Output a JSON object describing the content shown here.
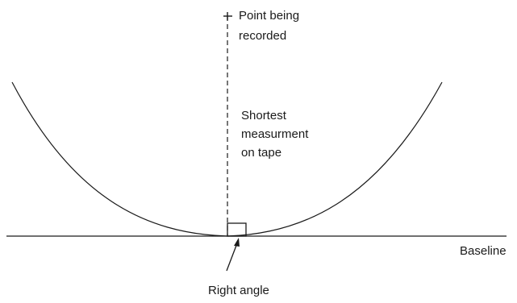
{
  "diagram": {
    "labels": {
      "point_line1": "Point being",
      "point_line2": "recorded",
      "tape_line1": "Shortest",
      "tape_line2": "measurment",
      "tape_line3": "on tape",
      "baseline": "Baseline",
      "right_angle": "Right angle"
    },
    "colors": {
      "stroke": "#1a1a1a",
      "background": "#ffffff"
    },
    "icons": {
      "point_marker": "plus-cross-icon",
      "pointer": "arrow-icon"
    }
  }
}
